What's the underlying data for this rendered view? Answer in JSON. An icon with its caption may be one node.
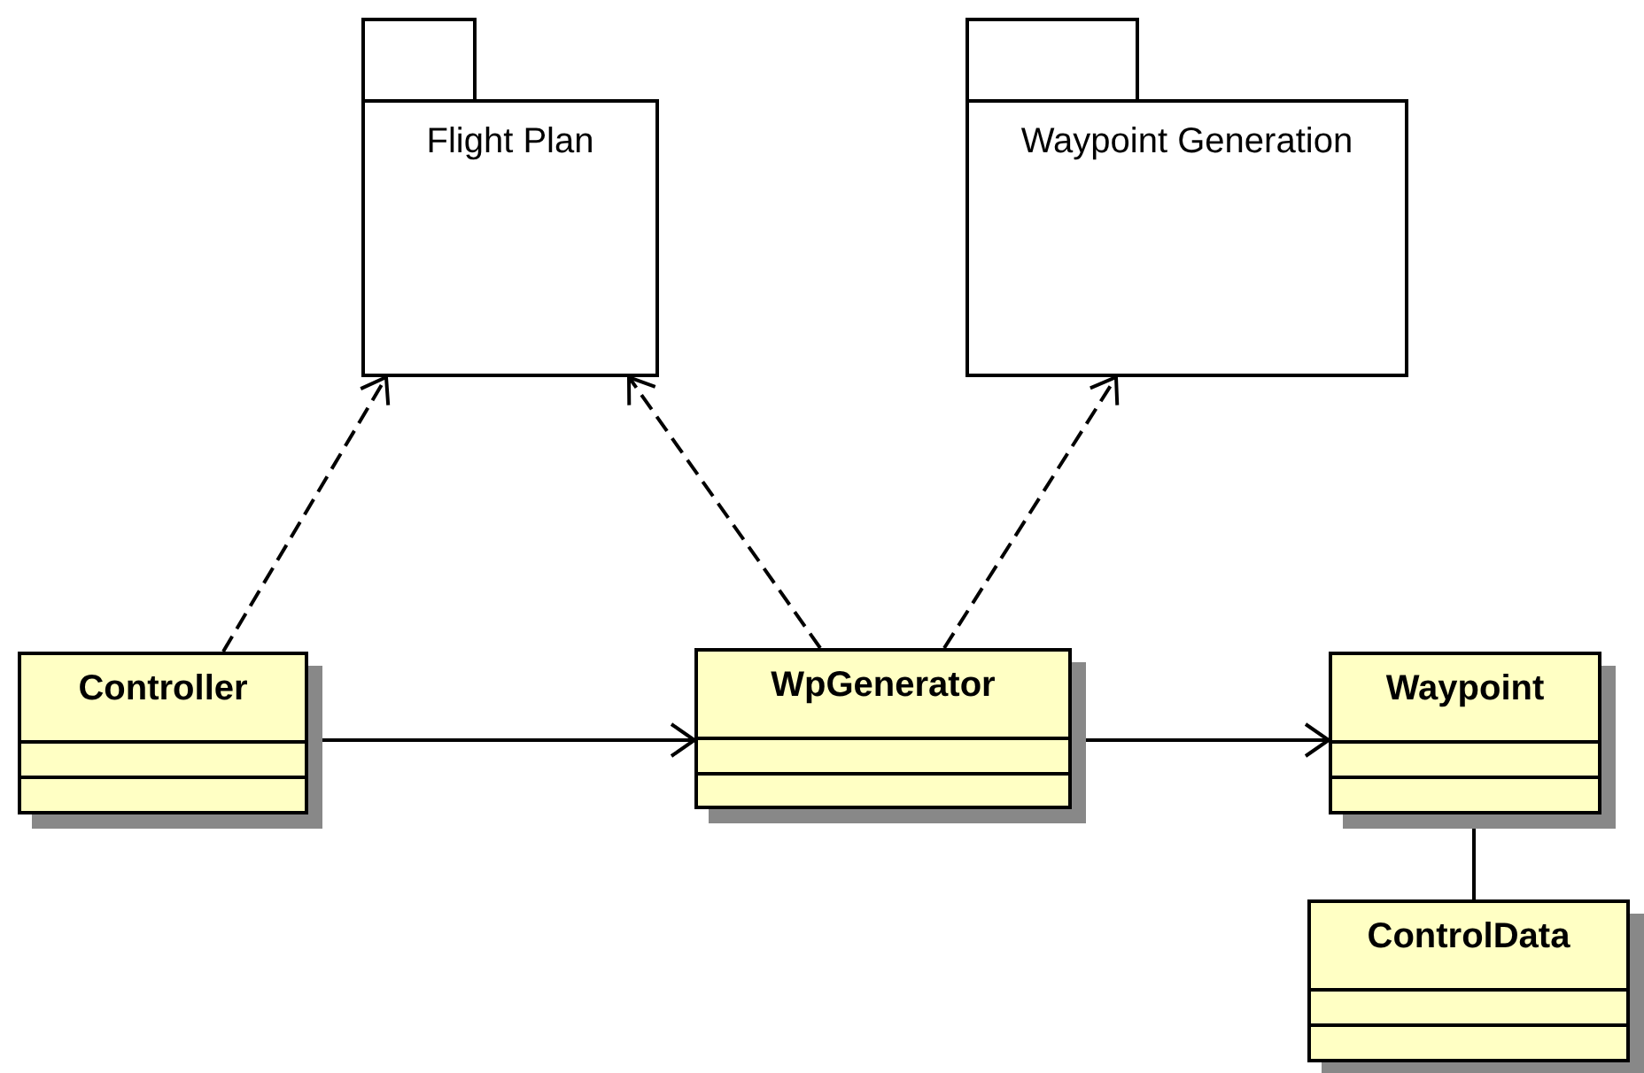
{
  "diagram": {
    "nodes": [
      {
        "text": [
          "Flight Plan"
        ]
      },
      {
        "text": [
          "Waypoint Generation"
        ]
      },
      {
        "text": [
          "Controller"
        ]
      },
      {
        "text": [
          "WpGenerator"
        ]
      },
      {
        "text": [
          "Waypoint"
        ]
      },
      {
        "text": [
          "ControlData"
        ]
      }
    ],
    "edges": [
      {
        "from": 2,
        "to": 0,
        "arrow": "to",
        "style": "dashed"
      },
      {
        "from": 3,
        "to": 0,
        "arrow": "to",
        "style": "dashed"
      },
      {
        "from": 3,
        "to": 1,
        "arrow": "to",
        "style": "dashed"
      },
      {
        "from": 2,
        "to": 3,
        "arrow": "to"
      },
      {
        "from": 3,
        "to": 4,
        "arrow": "to"
      },
      {
        "from": 4,
        "to": 5,
        "arrow": "none"
      }
    ]
  }
}
